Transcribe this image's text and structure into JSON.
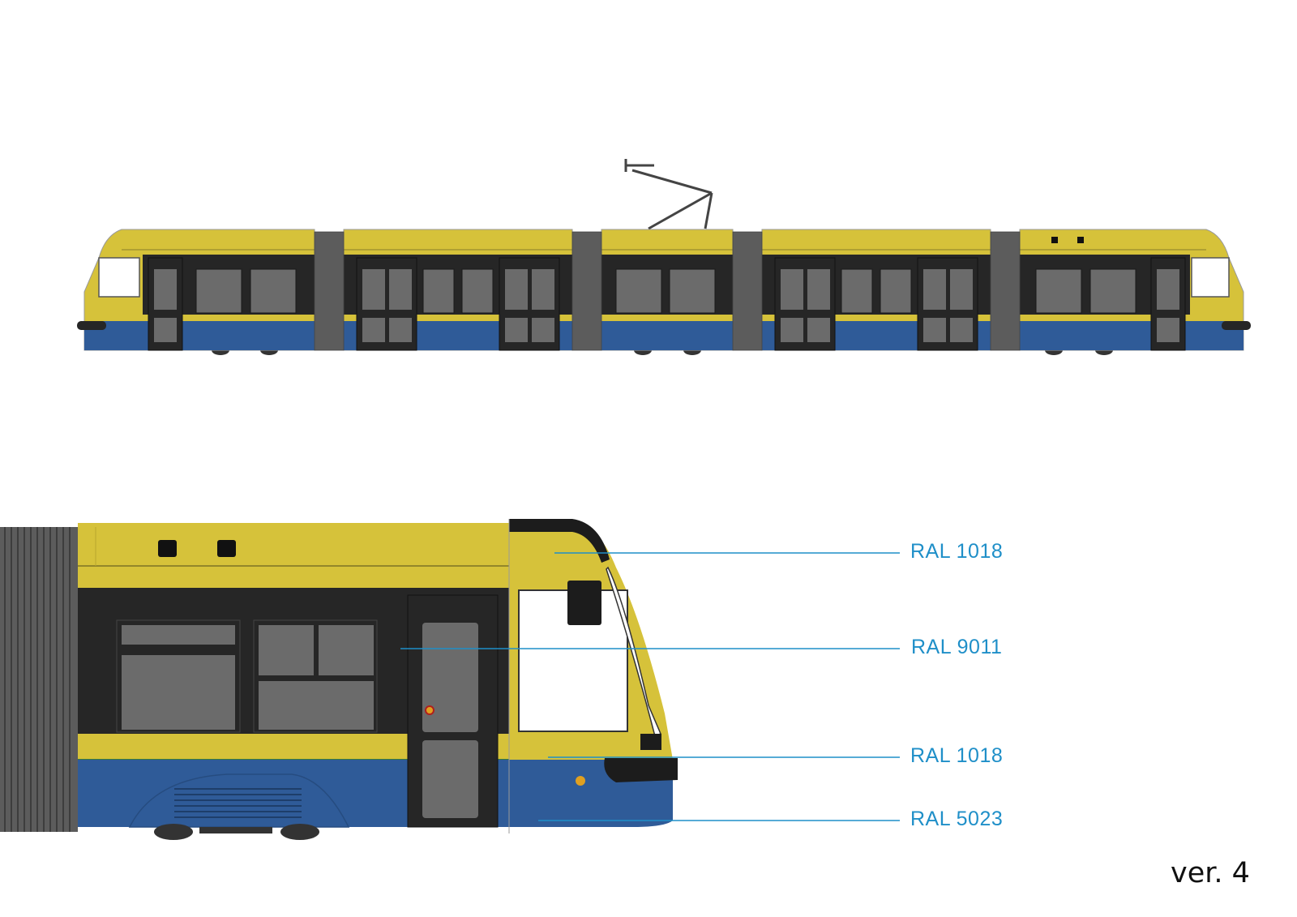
{
  "callouts": [
    {
      "label": "RAL 1018",
      "target": "upper-yellow-band"
    },
    {
      "label": "RAL 9011",
      "target": "black-window-band"
    },
    {
      "label": "RAL 1018",
      "target": "lower-yellow-stripe"
    },
    {
      "label": "RAL 5023",
      "target": "blue-skirt"
    }
  ],
  "version": "ver. 4",
  "colors": {
    "yellow": "#d6c23a",
    "black": "#262626",
    "blue": "#2f5b98",
    "glass": "#6b6b6b",
    "bellows": "#5c5c5c",
    "callout": "#1f8fc8"
  }
}
